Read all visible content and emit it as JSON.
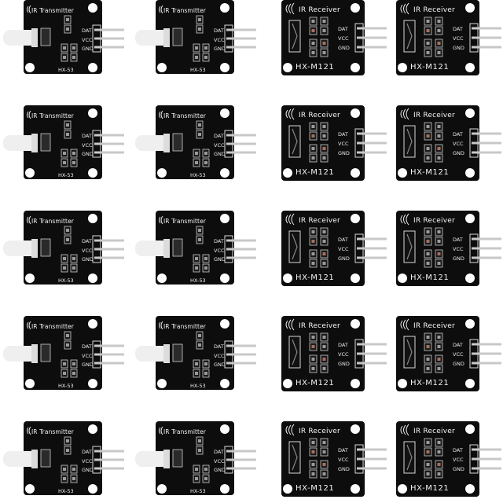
{
  "transmitter": {
    "title": "IR Transmitter",
    "model": "HX-53",
    "pins": [
      "DAT",
      "VCC",
      "GND"
    ],
    "board_color": "#0d0d0d",
    "led_color": "#efefef"
  },
  "receiver": {
    "title": "IR Receiver",
    "model": "HX-M121",
    "pins": [
      "DAT",
      "VCC",
      "GND"
    ],
    "board_color": "#0d0d0d"
  }
}
